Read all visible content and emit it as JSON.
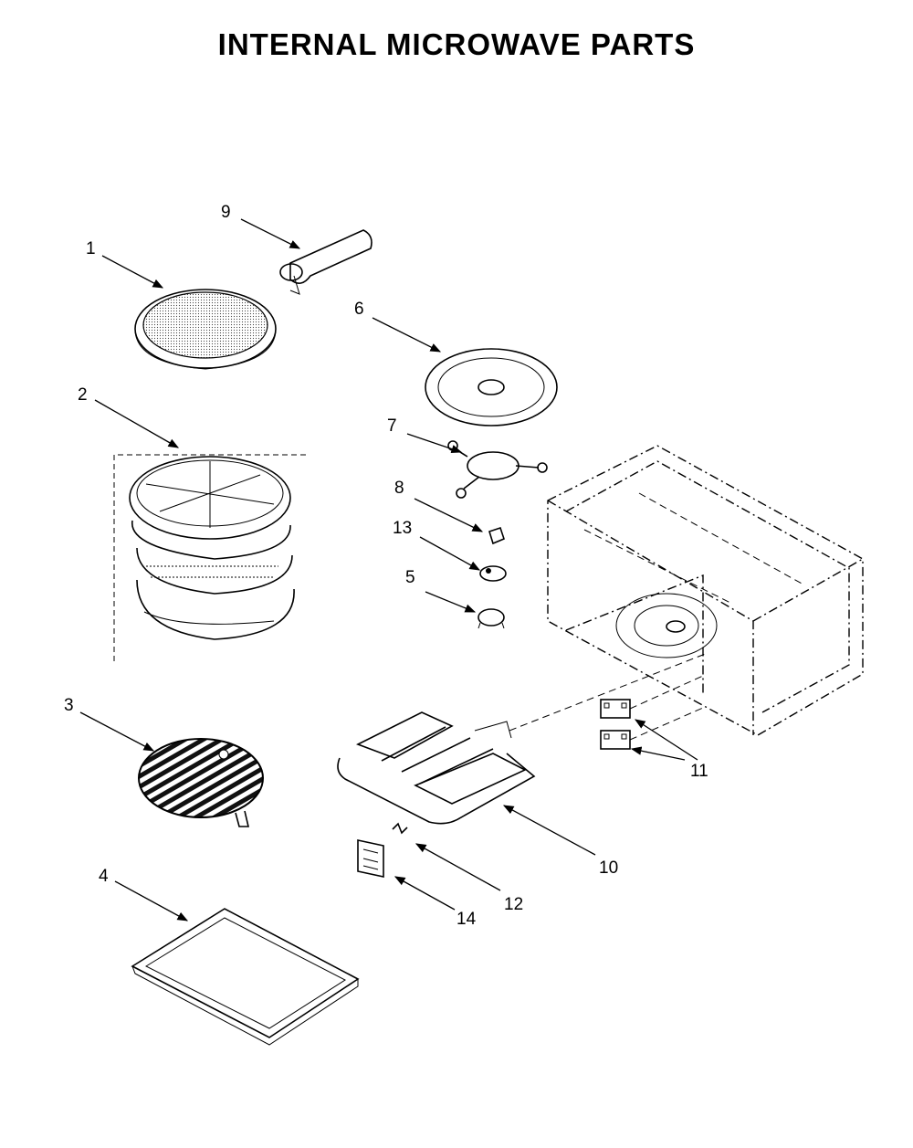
{
  "title": "INTERNAL MICROWAVE PARTS",
  "callouts": {
    "c1": "1",
    "c2": "2",
    "c3": "3",
    "c4": "4",
    "c5": "5",
    "c6": "6",
    "c7": "7",
    "c8": "8",
    "c9": "9",
    "c10": "10",
    "c11": "11",
    "c12": "12",
    "c13": "13",
    "c14": "14"
  }
}
